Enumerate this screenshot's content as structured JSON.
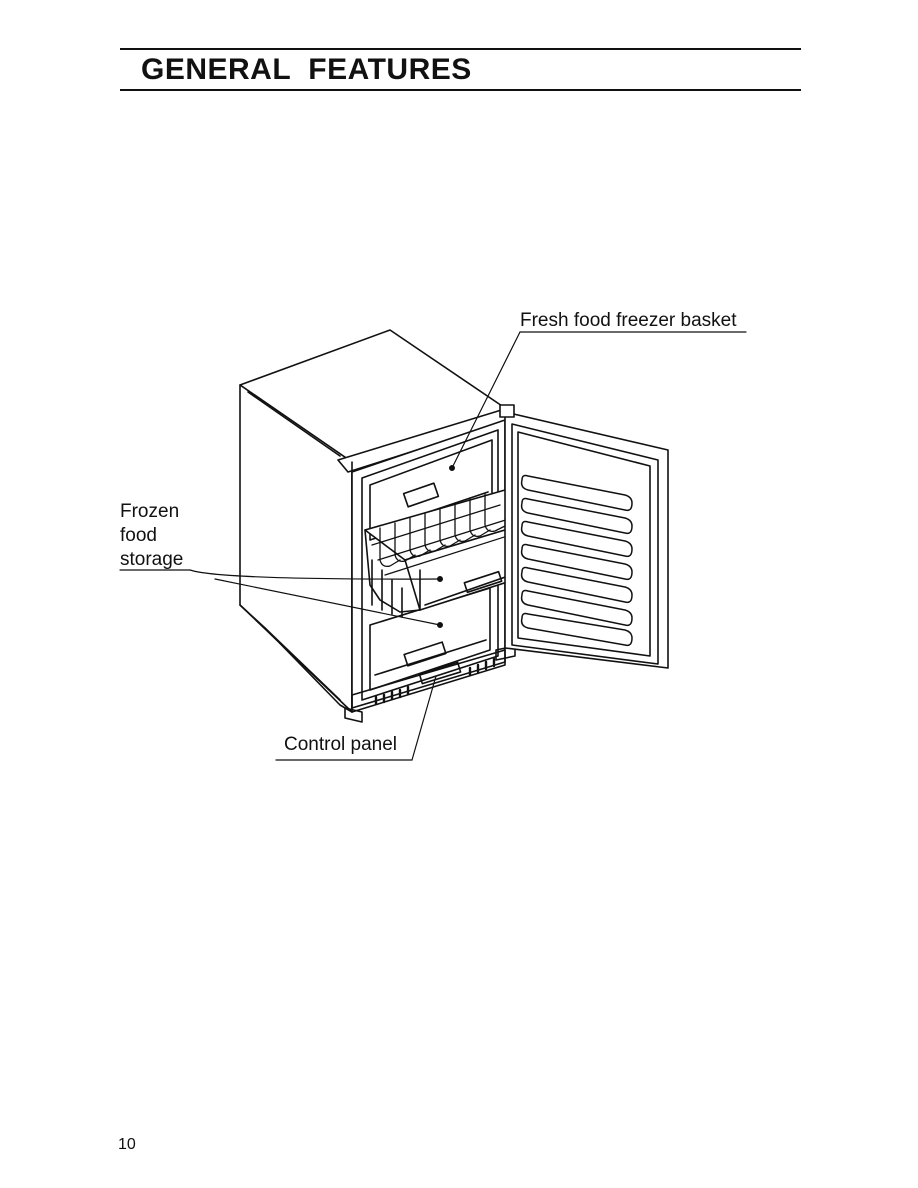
{
  "page": {
    "title": "GENERAL  FEATURES",
    "page_number": "10"
  },
  "diagram": {
    "labels": {
      "fresh_food_freezer_basket": "Fresh food freezer basket",
      "frozen_food_storage": [
        "Frozen",
        "food",
        "storage"
      ],
      "control_panel": "Control panel"
    }
  },
  "colors": {
    "ink": "#111111",
    "paper": "#ffffff"
  }
}
